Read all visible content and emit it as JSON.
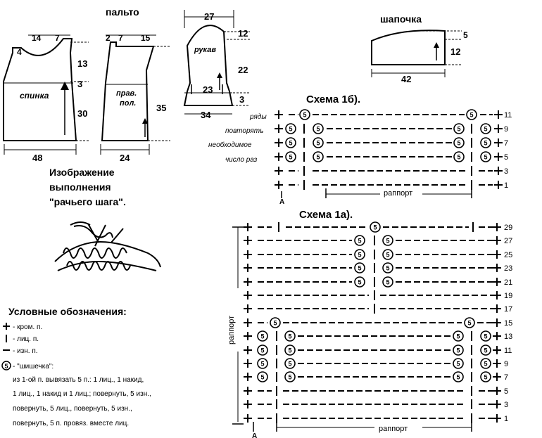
{
  "coat": {
    "title": "пальто",
    "back": {
      "label": "спинка",
      "neck_width": "14",
      "shoulder_width": "7",
      "neck_depth": "4",
      "armhole_depth": "13",
      "armhole_step": "3",
      "lower_height": "30",
      "width": "48"
    },
    "front": {
      "label_line1": "прав.",
      "label_line2": "пол.",
      "top_left": "2",
      "top_mid": "7",
      "shoulder": "15",
      "height": "35",
      "width": "24"
    },
    "sleeve": {
      "label": "рукав",
      "top_width": "27",
      "cap_height": "12",
      "length": "22",
      "cuff_width": "23",
      "cuff_height": "3",
      "bottom_width": "34"
    }
  },
  "hat": {
    "title": "шапочка",
    "top_rise": "5",
    "height": "12",
    "width": "42"
  },
  "scheme_b": {
    "title": "Схема 1б).",
    "side_labels": [
      "ряды",
      "повторять",
      "необходимое",
      "число раз"
    ],
    "row_numbers": [
      "11",
      "9",
      "7",
      "5",
      "3",
      "1"
    ],
    "rapport": "раппорт",
    "start_label": "А"
  },
  "scheme_a": {
    "title": "Схема 1а).",
    "row_numbers": [
      "29",
      "27",
      "25",
      "23",
      "21",
      "19",
      "17",
      "15",
      "13",
      "11",
      "9",
      "7",
      "5",
      "3",
      "1"
    ],
    "rapport": "раппорт",
    "side_rapport": "раппорт",
    "start_label": "А"
  },
  "crab_stitch": {
    "title_line1": "Изображение",
    "title_line2": "выполнения",
    "title_line3": "\"рачьего шага\"."
  },
  "legend": {
    "title": "Условные обозначения:",
    "edge": "- кром. п.",
    "knit": "- лиц. п.",
    "purl": "- изн. п.",
    "bobble_name": "- \"шишечка\":",
    "bobble_symbol": "5",
    "steps": [
      "из 1-ой п. вывязать 5 п.: 1 лиц., 1 накид,",
      "1 лиц., 1 накид и 1 лиц.; повернуть, 5 изн.,",
      "повернуть, 5 лиц., повернуть, 5 изн.,",
      "повернуть, 5 п. провяз. вместе лиц."
    ]
  }
}
